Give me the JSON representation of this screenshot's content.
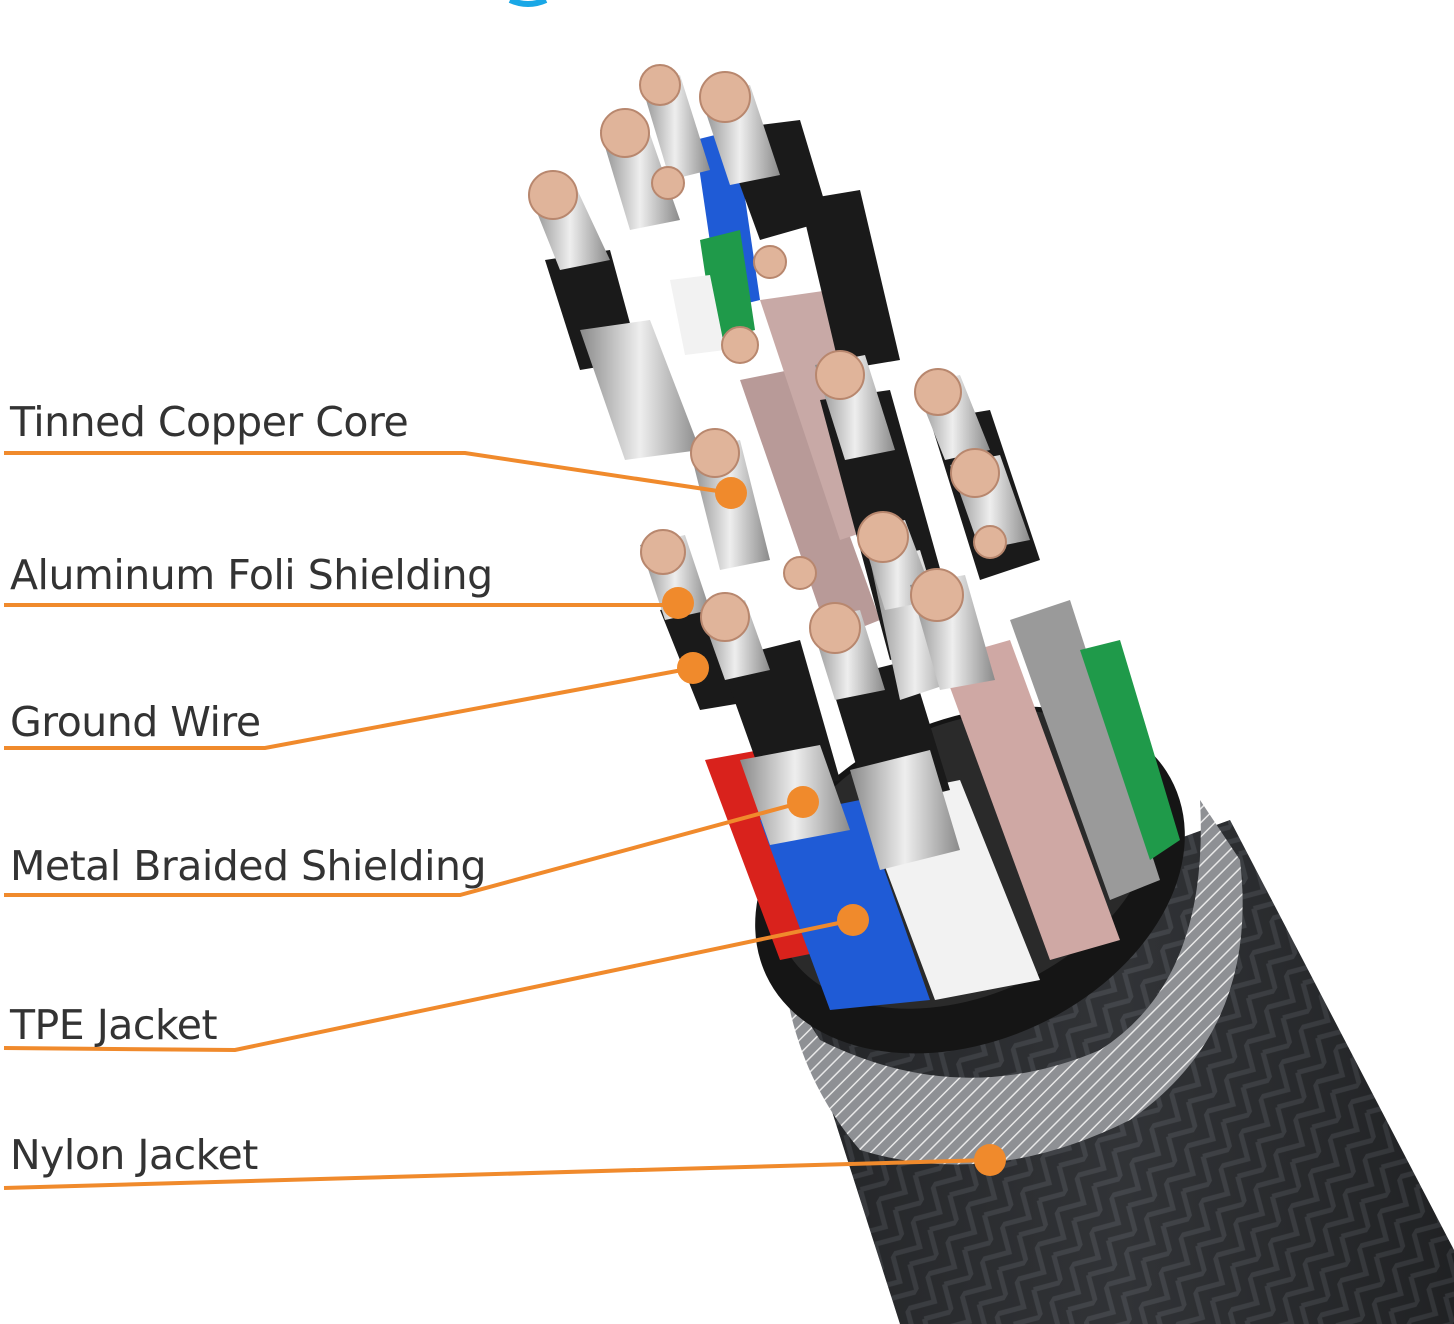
{
  "labels": [
    {
      "id": "tinned-copper-core",
      "text": "Tinned Copper Core"
    },
    {
      "id": "aluminum-foli-shielding",
      "text": "Aluminum Foli Shielding"
    },
    {
      "id": "ground-wire",
      "text": "Ground Wire"
    },
    {
      "id": "metal-braided-shielding",
      "text": "Metal Braided Shielding"
    },
    {
      "id": "tpe-jacket",
      "text": "TPE Jacket"
    },
    {
      "id": "nylon-jacket",
      "text": "Nylon Jacket"
    }
  ],
  "colors": {
    "leader": "#f08a2c",
    "text": "#333333",
    "copper": "#e0b49a",
    "silver": "#c8c8c8",
    "black_jacket": "#1a1a1a",
    "nylon": "#2b2d30",
    "red": "#d9221c",
    "blue": "#1f5bd6",
    "white": "#f2f2f2",
    "pink": "#cfa8a4",
    "grey": "#9a9a9a",
    "green": "#1f9a4a",
    "accent_top": "#19a7e6"
  }
}
